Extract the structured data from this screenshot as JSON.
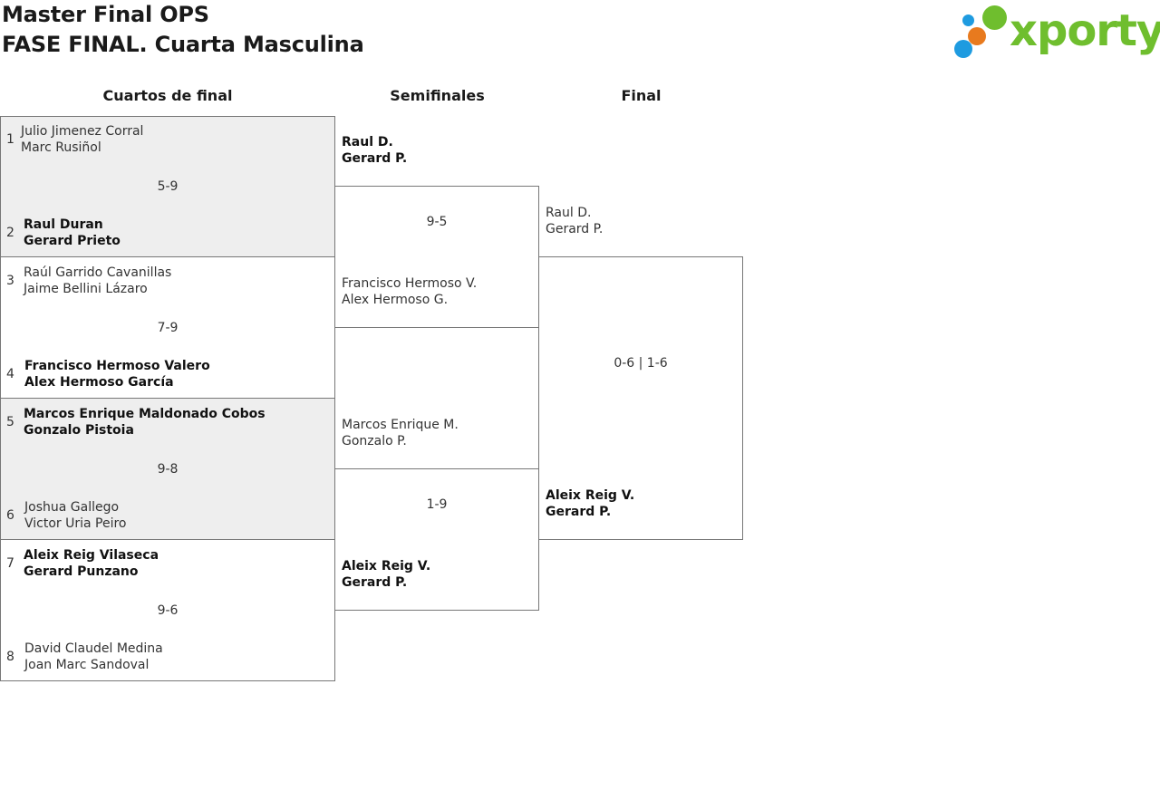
{
  "header": {
    "title_line1": "Master Final OPS",
    "title_line2": "FASE FINAL. Cuarta Masculina",
    "logo_text": "xporty",
    "logo_colors": {
      "green": "#6fbe2e",
      "blue": "#1e9be0",
      "orange": "#e87a1e"
    }
  },
  "columns": {
    "quarterfinals": "Cuartos de final",
    "semifinals": "Semifinales",
    "final": "Final"
  },
  "quarterfinals": [
    {
      "shaded": true,
      "score": "5-9",
      "top": {
        "seed": "1",
        "p1": "Julio Jimenez Corral",
        "p2": "Marc Rusiñol",
        "winner": false
      },
      "bottom": {
        "seed": "2",
        "p1": "Raul Duran",
        "p2": "Gerard Prieto",
        "winner": true
      }
    },
    {
      "shaded": false,
      "score": "7-9",
      "top": {
        "seed": "3",
        "p1": "Raúl Garrido Cavanillas",
        "p2": "Jaime Bellini Lázaro",
        "winner": false
      },
      "bottom": {
        "seed": "4",
        "p1": "Francisco Hermoso Valero",
        "p2": "Alex Hermoso García",
        "winner": true
      }
    },
    {
      "shaded": true,
      "score": "9-8",
      "top": {
        "seed": "5",
        "p1": "Marcos Enrique Maldonado Cobos",
        "p2": "Gonzalo Pistoia",
        "winner": true
      },
      "bottom": {
        "seed": "6",
        "p1": "Joshua Gallego",
        "p2": "Victor Uria Peiro",
        "winner": false
      }
    },
    {
      "shaded": false,
      "score": "9-6",
      "top": {
        "seed": "7",
        "p1": "Aleix Reig Vilaseca",
        "p2": "Gerard Punzano",
        "winner": true
      },
      "bottom": {
        "seed": "8",
        "p1": "David Claudel Medina",
        "p2": "Joan Marc Sandoval",
        "winner": false
      }
    }
  ],
  "semifinals": [
    {
      "score": "9-5",
      "top": {
        "p1": "Raul D.",
        "p2": "Gerard P.",
        "winner": true
      },
      "bottom": {
        "p1": "Francisco Hermoso V.",
        "p2": "Alex Hermoso G.",
        "winner": false
      }
    },
    {
      "score": "1-9",
      "top": {
        "p1": "Marcos Enrique M.",
        "p2": "Gonzalo P.",
        "winner": false
      },
      "bottom": {
        "p1": "Aleix Reig V.",
        "p2": "Gerard P.",
        "winner": true
      }
    }
  ],
  "final": {
    "score": "0-6 | 1-6",
    "top": {
      "p1": "Raul D.",
      "p2": "Gerard P.",
      "winner": false
    },
    "bottom": {
      "p1": "Aleix Reig V.",
      "p2": "Gerard P.",
      "winner": true
    }
  }
}
